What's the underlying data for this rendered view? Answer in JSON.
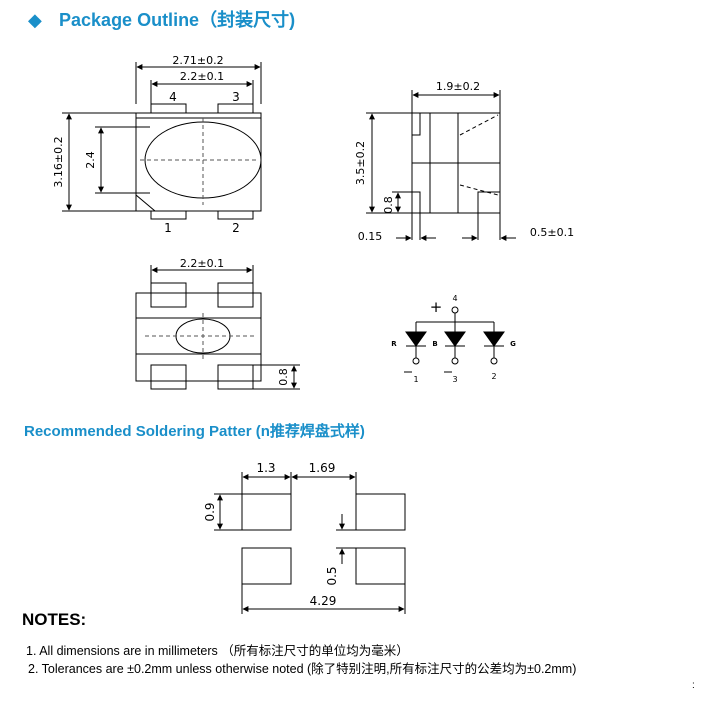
{
  "header": {
    "bullet": "◆",
    "title": "Package Outline（封装尺寸)"
  },
  "top_view": {
    "dim_width": "2.71±0.2",
    "dim_pad_pitch": "2.2±0.1",
    "dim_height": "3.16±0.2",
    "dim_lens": "2.4",
    "pin4": "4",
    "pin3": "3",
    "pin1": "1",
    "pin2": "2"
  },
  "side_view": {
    "dim_thickness": "1.9±0.2",
    "dim_height": "3.5±0.2",
    "dim_lead": "0.8",
    "dim_left": "0.15",
    "dim_right": "0.5±0.1"
  },
  "bottom_view": {
    "dim_pitch": "2.2±0.1",
    "dim_pad": "0.8"
  },
  "schematic": {
    "plus": "+",
    "pin4": "4",
    "label_r": "R",
    "label_b": "B",
    "label_g": "G",
    "pin1": "1",
    "pin3": "3",
    "pin2": "2"
  },
  "soldering": {
    "title": "Recommended Soldering Patter (n推荐焊盘式样)",
    "dim_pad_w": "1.3",
    "dim_gap": "1.69",
    "dim_pad_h": "0.9",
    "dim_space": "0.5",
    "dim_total": "4.29"
  },
  "notes": {
    "title": "NOTES:",
    "items": [
      "1.   All dimensions are in millimeters （所有标注尺寸的单位均为毫米）",
      "2.    Tolerances are ±0.2mm unless otherwise noted (除了特别注明,所有标注尺寸的公差均为±0.2mm)"
    ],
    "stray_mark": ":"
  }
}
